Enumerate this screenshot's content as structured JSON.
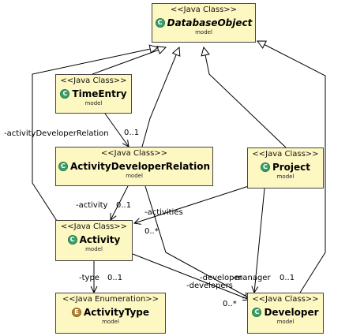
{
  "classes": {
    "database_object": {
      "stereotype": "<<Java Class>>",
      "name": "DatabaseObject",
      "package": "model",
      "icon": "C",
      "abstract": true
    },
    "time_entry": {
      "stereotype": "<<Java Class>>",
      "name": "TimeEntry",
      "package": "model",
      "icon": "C"
    },
    "activity_developer_relation": {
      "stereotype": "<<Java Class>>",
      "name": "ActivityDeveloperRelation",
      "package": "model",
      "icon": "C"
    },
    "project": {
      "stereotype": "<<Java Class>>",
      "name": "Project",
      "package": "model",
      "icon": "C"
    },
    "activity": {
      "stereotype": "<<Java Class>>",
      "name": "Activity",
      "package": "model",
      "icon": "C"
    },
    "activity_type": {
      "stereotype": "<<Java Enumeration>>",
      "name": "ActivityType",
      "package": "model",
      "icon": "E"
    },
    "developer": {
      "stereotype": "<<Java Class>>",
      "name": "Developer",
      "package": "model",
      "icon": "C"
    }
  },
  "labels": {
    "activity_developer_relation_role": "-activityDeveloperRelation",
    "adr_mult": "0..1",
    "activity_role": "-activity",
    "activity_mult": "0..1",
    "activities_role": "-activities",
    "activities_mult": "0..*",
    "type_role": "-type",
    "type_mult": "0..1",
    "developer_role": "-developer",
    "manager_role": "-manager",
    "manager_mult": "0..1",
    "developers_role": "-developers",
    "developers_mult": "0..*"
  },
  "colors": {
    "class_fill": "#fdf8c2",
    "class_border": "#444444",
    "class_icon": "#3aa06a",
    "enum_icon": "#b8863b"
  }
}
